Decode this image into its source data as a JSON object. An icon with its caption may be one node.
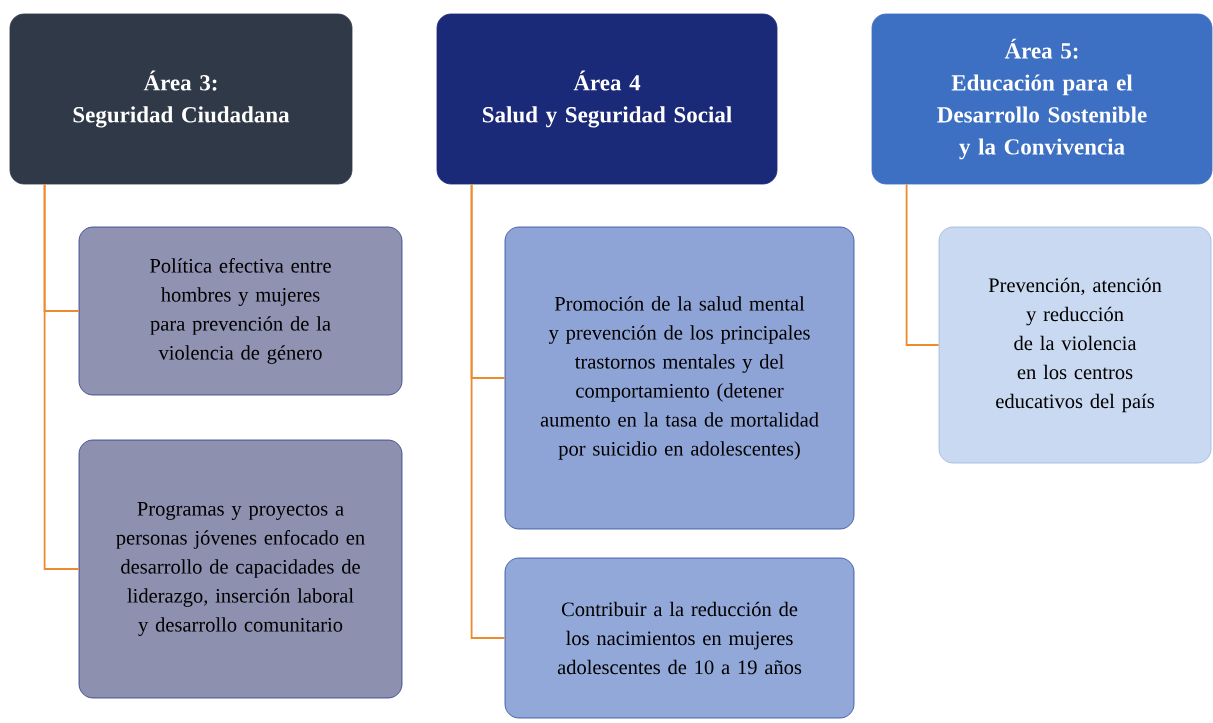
{
  "diagram": {
    "nodes": [
      {
        "text": [
          "Área 3:",
          "Seguridad Ciudadana"
        ]
      },
      {
        "text": [
          "Política efectiva entre hombres y mujeres para prevención de la violencia de género"
        ]
      },
      {
        "text": [
          "Programas y proyectos a personas jóvenes enfocado en desarrollo de capacidades de liderazgo, inserción laboral y desarrollo comunitario"
        ]
      },
      {
        "text": [
          "Área 4",
          "Salud y Seguridad Social"
        ]
      },
      {
        "text": [
          "Promoción de la salud mental y prevención de los principales trastornos mentales y del comportamiento (detener aumento en la tasa de mortalidad por suicidio en adolescentes)"
        ]
      },
      {
        "text": [
          "Contribuir a la reducción de los nacimientos en mujeres adolescentes de 10 a 19 años"
        ]
      },
      {
        "text": [
          "Área 5:",
          "Educación para el Desarrollo Sostenible y la Convivencia"
        ]
      },
      {
        "text": [
          "Prevención, atención y reducción de la violencia en los centros educativos del país"
        ]
      }
    ],
    "edges": [
      {
        "from": 0,
        "to": 1,
        "arrow": "none"
      },
      {
        "from": 0,
        "to": 2,
        "arrow": "none"
      },
      {
        "from": 3,
        "to": 4,
        "arrow": "none"
      },
      {
        "from": 3,
        "to": 5,
        "arrow": "none"
      },
      {
        "from": 6,
        "to": 7,
        "arrow": "none"
      }
    ]
  }
}
